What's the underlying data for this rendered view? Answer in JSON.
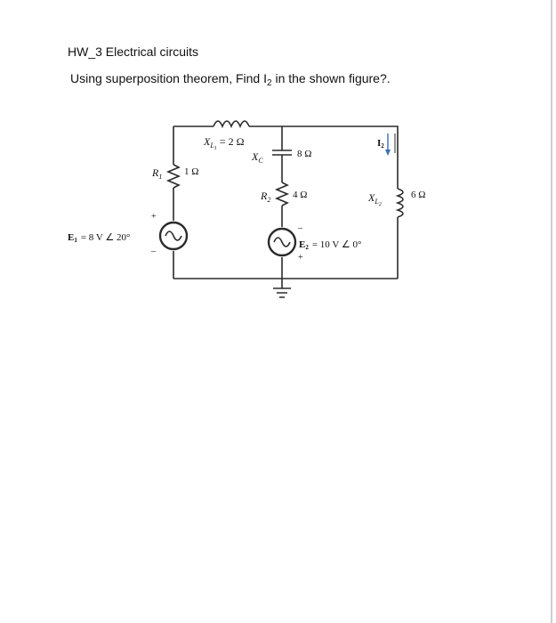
{
  "document": {
    "title": "HW_3 Electrical circuits",
    "question_prefix": "Using superposition theorem, Find I",
    "question_sub": "2",
    "question_suffix": " in the shown figure?."
  },
  "circuit": {
    "xl1": {
      "symbol": "X",
      "sub": "L",
      "subsub": "1",
      "value": "= 2 Ω"
    },
    "xc": {
      "symbol": "X",
      "sub": "C",
      "value": "8 Ω"
    },
    "r1": {
      "symbol": "R",
      "sub": "1",
      "value": "1 Ω"
    },
    "r2": {
      "symbol": "R",
      "sub": "2",
      "value": "4 Ω"
    },
    "xl2": {
      "symbol": "X",
      "sub": "L",
      "subsub": "2",
      "value": "6 Ω"
    },
    "i2": {
      "symbol": "I",
      "sub": "2"
    },
    "e1": {
      "symbol": "E",
      "sub": "1",
      "value": "= 8 V ∠ 20°",
      "plus": "+",
      "minus": "–"
    },
    "e2": {
      "symbol": "E",
      "sub": "2",
      "value": "= 10 V ∠ 0°",
      "plus": "+",
      "minus": "–"
    }
  },
  "colors": {
    "wire": "#2b2b2b",
    "arrow": "#3a6fb0"
  }
}
